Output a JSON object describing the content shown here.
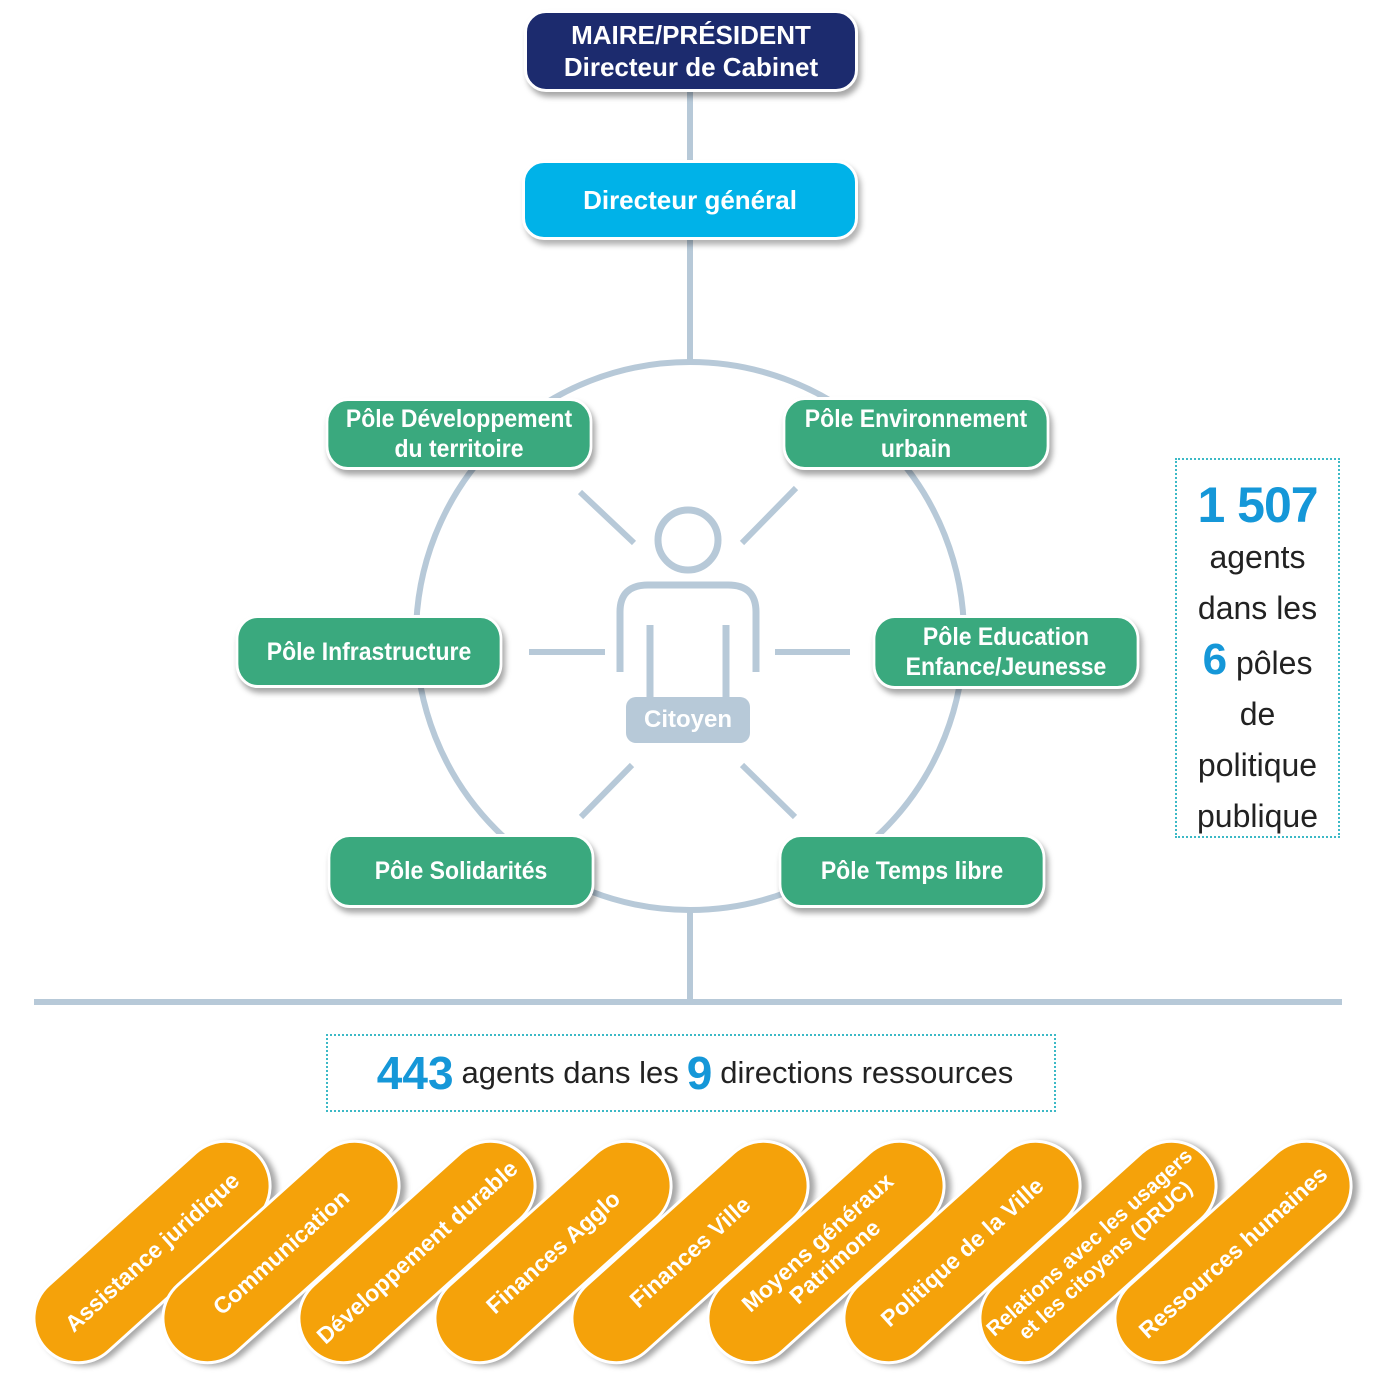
{
  "top": {
    "line1": "MAIRE/PRÉSIDENT",
    "line2": "Directeur de Cabinet"
  },
  "director_general": "Directeur général",
  "poles": {
    "developpement": {
      "line1": "Pôle Développement",
      "line2": "du territoire"
    },
    "environnement": {
      "line1": "Pôle Environnement",
      "line2": "urbain"
    },
    "infrastructure": {
      "line1": "Pôle Infrastructure"
    },
    "education": {
      "line1": "Pôle Education",
      "line2": "Enfance/Jeunesse"
    },
    "solidarites": {
      "line1": "Pôle Solidarités"
    },
    "temps_libre": {
      "line1": "Pôle Temps libre"
    }
  },
  "center": {
    "label": "Citoyen"
  },
  "stats": {
    "agents_count": "1 507",
    "agents_word": "agents",
    "dans_les": "dans les",
    "poles_count": "6",
    "poles_word": "pôles",
    "de": "de",
    "politique": "politique",
    "publique": "publique"
  },
  "resources": {
    "agents_count": "443",
    "text_mid": "agents dans les",
    "directions_count": "9",
    "text_end": "directions ressources"
  },
  "directions": [
    {
      "line1": "Assistance juridique"
    },
    {
      "line1": "Communication"
    },
    {
      "line1": "Développement durable"
    },
    {
      "line1": "Finances Agglo"
    },
    {
      "line1": "Finances Ville"
    },
    {
      "line1": "Moyens généraux",
      "line2": "Patrimone"
    },
    {
      "line1": "Politique de la Ville"
    },
    {
      "line1": "Relations avec les usagers",
      "line2": "et les citoyens (DRUC)"
    },
    {
      "line1": "Ressources humaines"
    }
  ],
  "colors": {
    "navy": "#1c2b6e",
    "cyan": "#00b2e8",
    "green": "#3aa97e",
    "orange": "#f5a20a",
    "connector": "#b7c9d8",
    "accent_number": "#1597d8"
  },
  "icons": {
    "citizen": "person-outline-icon"
  }
}
